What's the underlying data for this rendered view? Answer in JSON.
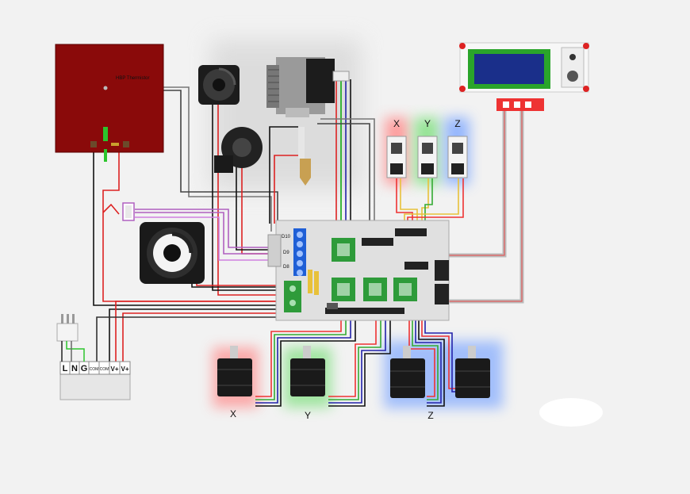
{
  "heatbed": {
    "thermistor_label": "HBP Thermistor"
  },
  "drivers": {
    "x_label": "X",
    "y_label": "Y",
    "z_label": "Z"
  },
  "motors": {
    "x_label": "X",
    "y_label": "Y",
    "z_label": "Z"
  },
  "power_supply": {
    "terminals": [
      "L",
      "N",
      "G",
      "COM",
      "COM",
      "V+",
      "V+"
    ]
  },
  "ramps": {
    "pins": [
      "D10",
      "D9",
      "D8"
    ]
  },
  "colors": {
    "heatbed": "#8a0a0a",
    "x_glow": "#ff6b6b",
    "y_glow": "#5fd35f",
    "z_glow": "#5f8dff",
    "lcd_screen": "#1a2f8a",
    "lcd_bezel": "#2aa52a",
    "terminal_blue": "#1f5fd6",
    "terminal_green": "#2e9b3a"
  }
}
